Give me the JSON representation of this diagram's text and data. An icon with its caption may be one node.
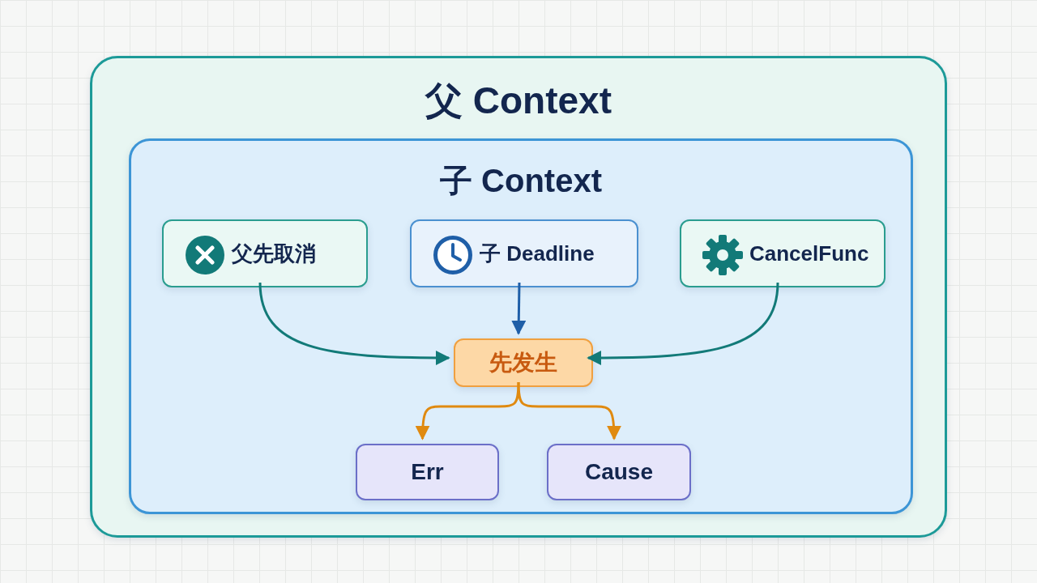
{
  "diagram": {
    "nodes": [
      {
        "text": [
          "父 Context"
        ]
      },
      {
        "text": [
          "子 Context"
        ],
        "in": 0
      },
      {
        "text": [
          "父先取消"
        ],
        "in": 1
      },
      {
        "text": [
          "子 Deadline"
        ],
        "in": 1
      },
      {
        "text": [
          "CancelFunc"
        ],
        "in": 1
      },
      {
        "text": [
          "先发生"
        ],
        "in": 1
      },
      {
        "text": [
          "Err"
        ],
        "in": 1
      },
      {
        "text": [
          "Cause"
        ],
        "in": 1
      }
    ],
    "edges": [
      {
        "from": 2,
        "to": 5,
        "arrow": "to",
        "color": "#127a78"
      },
      {
        "from": 3,
        "to": 5,
        "arrow": "to",
        "color": "#1f5fa8"
      },
      {
        "from": 4,
        "to": 5,
        "arrow": "to",
        "color": "#127a78"
      },
      {
        "from": 5,
        "to": 6,
        "arrow": "to",
        "color": "#e08a10"
      },
      {
        "from": 5,
        "to": 7,
        "arrow": "to",
        "color": "#e08a10"
      }
    ]
  }
}
